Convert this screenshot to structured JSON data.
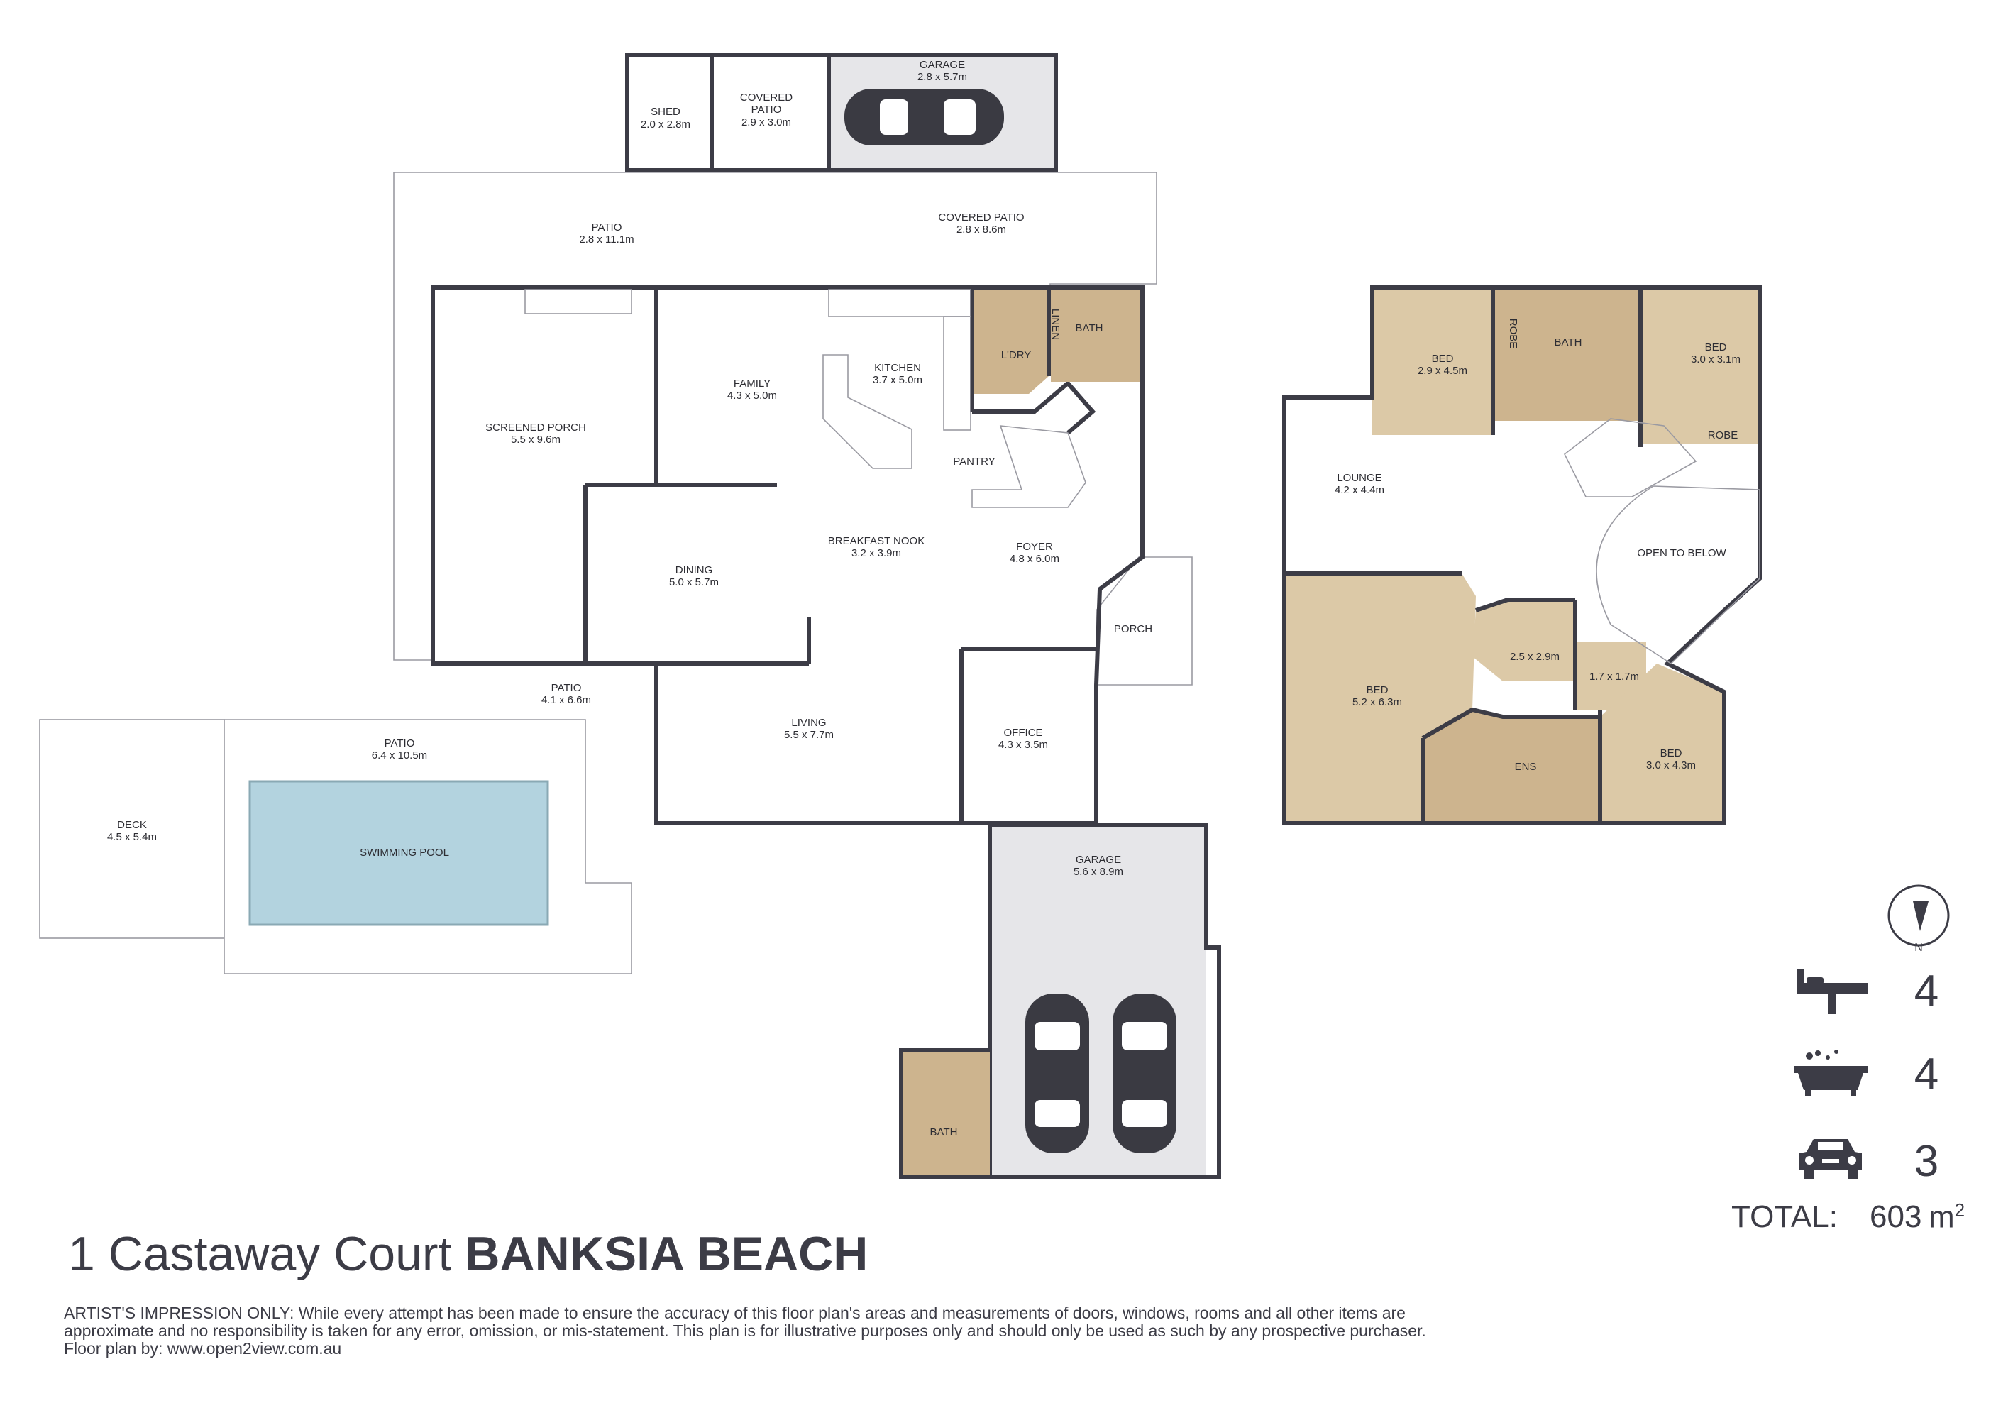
{
  "rooms": {
    "shed": {
      "label": "SHED",
      "dim": "2.0 x 2.8m"
    },
    "covered_patio_small": {
      "label": "COVERED",
      "label2": "PATIO",
      "dim": "2.9 x 3.0m"
    },
    "garage_top": {
      "label": "GARAGE",
      "dim": "2.8 x 5.7m"
    },
    "patio_top": {
      "label": "PATIO",
      "dim": "2.8 x 11.1m"
    },
    "covered_patio": {
      "label": "COVERED PATIO",
      "dim": "2.8 x 8.6m"
    },
    "screened_porch": {
      "label": "SCREENED PORCH",
      "dim": "5.5 x 9.6m"
    },
    "family": {
      "label": "FAMILY",
      "dim": "4.3 x 5.0m"
    },
    "kitchen": {
      "label": "KITCHEN",
      "dim": "3.7 x 5.0m"
    },
    "ldry": {
      "label": "L'DRY"
    },
    "linen": {
      "label": "LINEN"
    },
    "bath_ground": {
      "label": "BATH"
    },
    "pantry": {
      "label": "PANTRY"
    },
    "breakfast": {
      "label": "BREAKFAST NOOK",
      "dim": "3.2 x 3.9m"
    },
    "dining": {
      "label": "DINING",
      "dim": "5.0 x 5.7m"
    },
    "foyer": {
      "label": "FOYER",
      "dim": "4.8 x 6.0m"
    },
    "porch": {
      "label": "PORCH"
    },
    "patio_side": {
      "label": "PATIO",
      "dim": "4.1 x 6.6m"
    },
    "living": {
      "label": "LIVING",
      "dim": "5.5 x 7.7m"
    },
    "office": {
      "label": "OFFICE",
      "dim": "4.3 x 3.5m"
    },
    "patio_pool": {
      "label": "PATIO",
      "dim": "6.4 x 10.5m"
    },
    "deck": {
      "label": "DECK",
      "dim": "4.5 x 5.4m"
    },
    "pool": {
      "label": "SWIMMING POOL"
    },
    "garage_main": {
      "label": "GARAGE",
      "dim": "5.6 x 8.9m"
    },
    "bath_garage": {
      "label": "BATH"
    },
    "bed_upper_left": {
      "label": "BED",
      "dim": "2.9 x 4.5m"
    },
    "robe_upper_left": {
      "label": "ROBE"
    },
    "bath_upper": {
      "label": "BATH"
    },
    "bed_upper_right": {
      "label": "BED",
      "dim": "3.0 x 3.1m"
    },
    "robe_upper_right": {
      "label": "ROBE"
    },
    "lounge": {
      "label": "LOUNGE",
      "dim": "4.2 x 4.4m"
    },
    "open_below": {
      "label": "OPEN TO BELOW"
    },
    "bed_master": {
      "label": "BED",
      "dim": "5.2 x 6.3m"
    },
    "walkin": {
      "dim": "2.5 x 2.9m"
    },
    "small_room": {
      "dim": "1.7 x 1.7m"
    },
    "ens": {
      "label": "ENS"
    },
    "bed_lower_right": {
      "label": "BED",
      "dim": "3.0 x 4.3m"
    }
  },
  "address": {
    "street": "1 Castaway Court",
    "suburb": "BANKSIA BEACH"
  },
  "disclaimer": {
    "line1": "ARTIST'S IMPRESSION ONLY: While every attempt has been made to ensure the accuracy of this floor plan's areas and measurements of doors, windows, rooms and all other items are",
    "line2": "approximate and no responsibility is taken for any error, omission, or mis-statement. This plan is for illustrative purposes only and should only be used as such by any prospective purchaser.",
    "line3": "Floor plan by: www.open2view.com.au"
  },
  "stats": {
    "compass_letter": "N",
    "beds": "4",
    "baths": "4",
    "cars": "3",
    "total_label": "TOTAL:",
    "total_value": "603",
    "total_unit": "m",
    "total_unit_sup": "2"
  },
  "icons": [
    "compass-icon",
    "bed-icon",
    "bath-icon",
    "car-icon"
  ]
}
